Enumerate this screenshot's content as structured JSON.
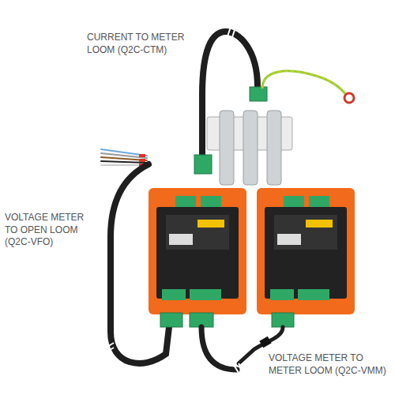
{
  "diagram": {
    "labels": [
      "CURRENT TO METER LOOM (Q2C-CTM)",
      "VOLTAGE METER TO OPEN LOOM (Q2C-VFO)",
      "VOLTAGE METER TO METER LOOM (Q2C-VMM)"
    ]
  }
}
